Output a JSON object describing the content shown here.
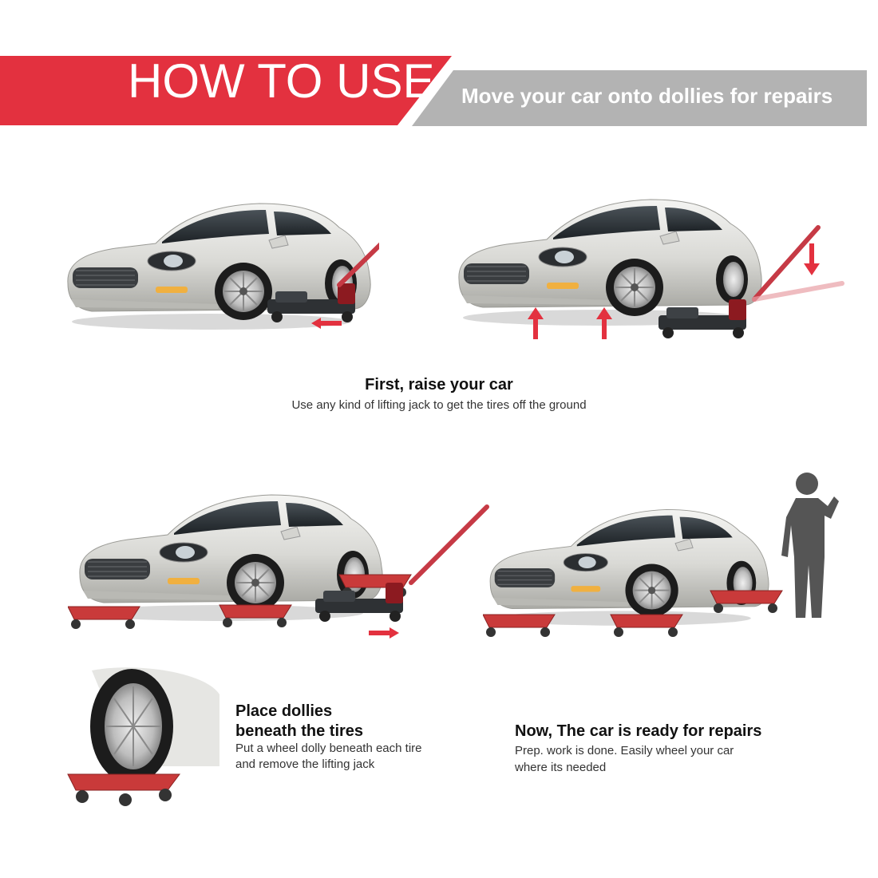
{
  "header": {
    "title": "HOW TO USE",
    "subtitle": "Move your car onto dollies for repairs"
  },
  "colors": {
    "brand_red": "#e3313f",
    "banner_gray": "#b3b3b3",
    "car_silver": "#dcdcd8",
    "dolly_red": "#c93a3a"
  },
  "steps": [
    {
      "heading": "First, raise your car",
      "description": "Use any kind of lifting jack to get the tires off the ground"
    },
    {
      "heading_line1": "Place dollies",
      "heading_line2": "beneath the tires",
      "description_line1": "Put a wheel dolly beneath each tire",
      "description_line2": "and remove the lifting jack"
    },
    {
      "heading": "Now, The car is ready for repairs",
      "description_line1": "Prep. work is done. Easily wheel your car",
      "description_line2": "where its needed"
    }
  ],
  "icons": [
    "car-illustration",
    "floor-jack-illustration",
    "arrow-icon",
    "wheel-dolly-illustration",
    "person-silhouette-icon"
  ]
}
